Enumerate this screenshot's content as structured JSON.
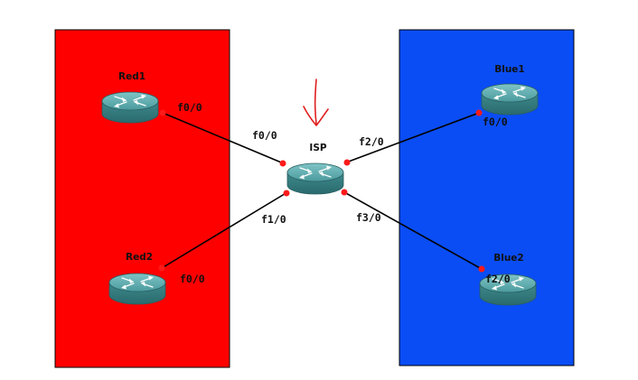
{
  "diagram": {
    "type": "network-topology",
    "zones": [
      {
        "id": "red-zone",
        "color": "#ff0000"
      },
      {
        "id": "blue-zone",
        "color": "#0a4df5"
      }
    ],
    "routers": [
      {
        "id": "red1",
        "label": "Red1"
      },
      {
        "id": "red2",
        "label": "Red2"
      },
      {
        "id": "isp",
        "label": "ISP"
      },
      {
        "id": "blue1",
        "label": "Blue1"
      },
      {
        "id": "blue2",
        "label": "Blue2"
      }
    ],
    "links": [
      {
        "from": "red1",
        "to": "isp",
        "from_port": "f0/0",
        "to_port": "f0/0"
      },
      {
        "from": "red2",
        "to": "isp",
        "from_port": "f0/0",
        "to_port": "f1/0"
      },
      {
        "from": "isp",
        "to": "blue1",
        "from_port": "f2/0",
        "to_port": "f0/0"
      },
      {
        "from": "isp",
        "to": "blue2",
        "from_port": "f3/0",
        "to_port": "f2/0"
      }
    ],
    "link_color": "#000000",
    "port_dot_color": "#ff1a1a",
    "router_color": "#3d8c8f",
    "annotation": {
      "type": "hand-drawn-arrow",
      "color": "#e02020"
    }
  }
}
